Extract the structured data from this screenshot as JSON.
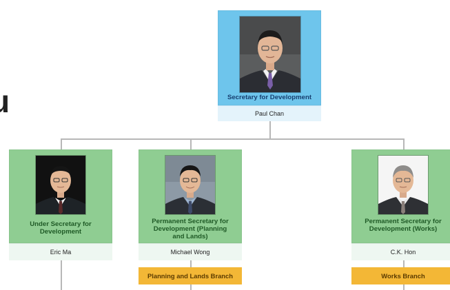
{
  "page": {
    "left_fragment": "u"
  },
  "top": {
    "title": "Secretary for Development",
    "name": "Paul Chan"
  },
  "second_row": [
    {
      "title": "Under Secretary for Development",
      "name": "Eric Ma"
    },
    {
      "title": "Permanent Secretary for Development (Planning and Lands)",
      "name": "Michael Wong"
    },
    {
      "title": "Permanent Secretary for Development (Works)",
      "name": "C.K. Hon"
    }
  ],
  "branches": [
    {
      "label": "Planning and Lands Branch"
    },
    {
      "label": "Works Branch"
    }
  ],
  "colors": {
    "secretary_card": "#6ec5ec",
    "second_row_card": "#8fcd92",
    "branch_label": "#f3b736",
    "connector": "#b7b7b7"
  }
}
